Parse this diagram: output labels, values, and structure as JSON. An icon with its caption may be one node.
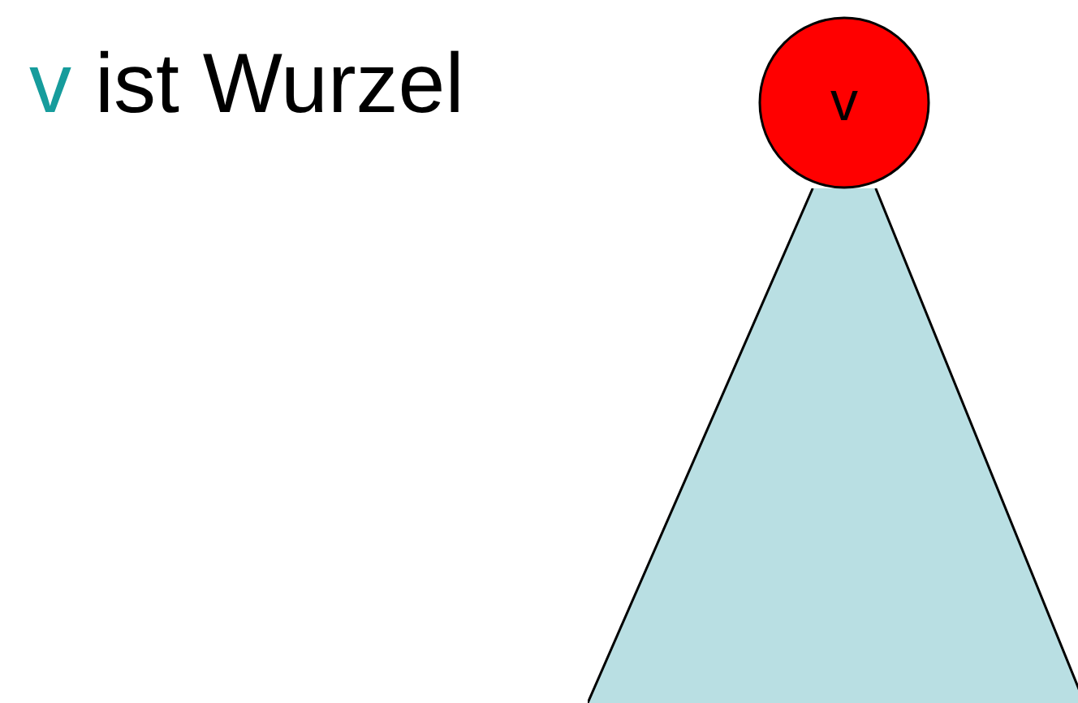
{
  "diagram": {
    "title": "v ist Wurzel",
    "nodes": [
      {
        "text": [
          "v"
        ]
      },
      {
        "text": [],
        "shape": "triangle"
      }
    ]
  }
}
